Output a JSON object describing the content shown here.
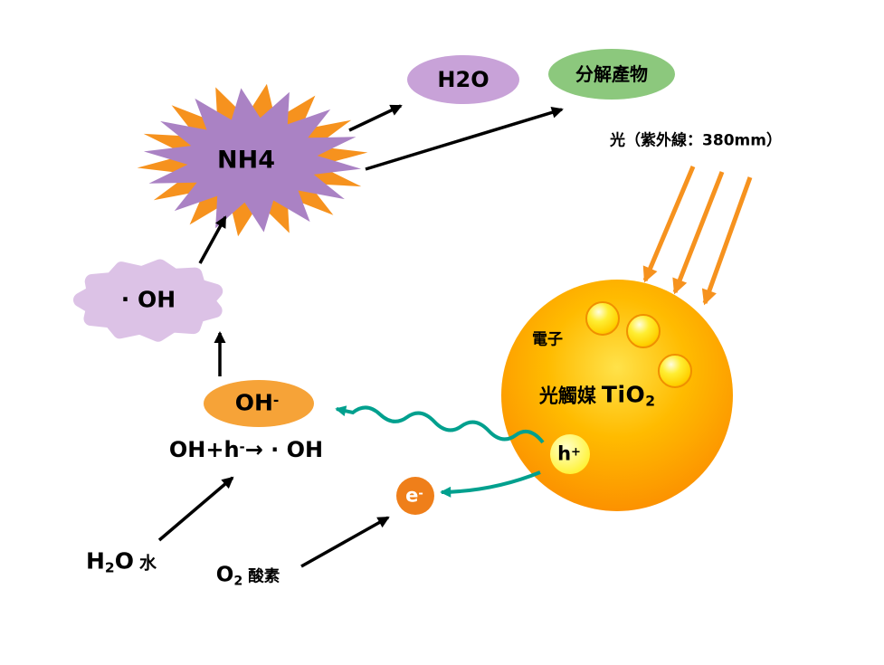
{
  "diagram": {
    "type": "process-diagram",
    "topic": "TiO2 photocatalysis decomposition",
    "labels": {
      "nh4": "NH4",
      "h2o_top": "H2O",
      "products": "分解產物",
      "light": "光（紫外線：380mm）",
      "electron_zone": "電子",
      "catalyst_cn": "光觸媒",
      "catalyst_formula": "TiO",
      "catalyst_formula_sub": "2",
      "hole_base": "h",
      "hole_sup": "+",
      "electron_base": "e",
      "electron_sup": "-",
      "oh_minus_base": "OH",
      "oh_minus_sup": "-",
      "reaction_left": "OH+h",
      "reaction_sup": "-",
      "reaction_right": "→ · OH",
      "oh_radical": "· OH",
      "water_h": "H",
      "water_sub": "2",
      "water_o": "O",
      "water_cn": "水",
      "oxygen_o": "O",
      "oxygen_sub": "2",
      "oxygen_cn": "酸素"
    },
    "colors": {
      "starburst_purple": "#aa82c4",
      "starburst_orange": "#f6921e",
      "h2o_bubble_purple": "#c8a2d8",
      "oh_cloud_lavender": "#dcc2e6",
      "products_green": "#8cc87d",
      "oh_minus_orange": "#f6a338",
      "electron_orange": "#ef7f1a",
      "hole_yellow": "#ffff4d",
      "sphere_yellow": "#ffe24a",
      "sphere_orange": "#fc9200",
      "uv_arrow_orange": "#f6921e",
      "teal_arrow": "#00a08e",
      "text_black": "#000000"
    }
  }
}
